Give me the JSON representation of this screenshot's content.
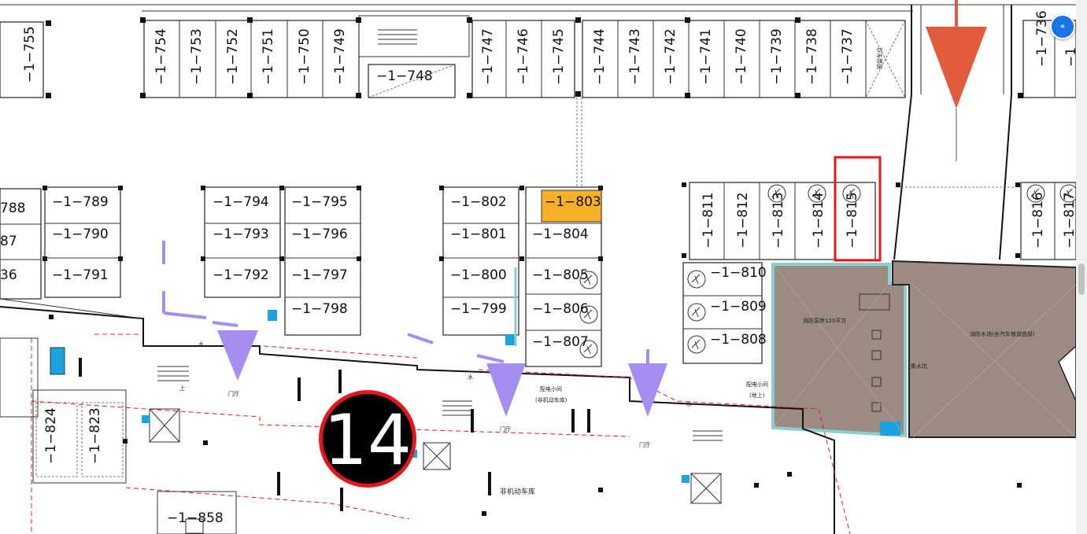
{
  "map": {
    "block_number": "14",
    "stalls_top_row": [
      "−1−754",
      "−1−753",
      "−1−752",
      "−1−751",
      "−1−750",
      "−1−749",
      "−1−747",
      "−1−746",
      "−1−745",
      "−1−744",
      "−1−743",
      "−1−742",
      "−1−741",
      "−1−740",
      "−1−739",
      "−1−738",
      "−1−737"
    ],
    "stall_755": "−1−755",
    "stall_748": "−1−748",
    "stall_736": "−1−736",
    "stall_right_edge": "−1",
    "left_grid": [
      "−1−789",
      "−1−790",
      "−1−791"
    ],
    "left_partial": [
      "788",
      "87",
      "36"
    ],
    "mid_grid_a": [
      "−1−794",
      "−1−793",
      "−1−792"
    ],
    "mid_grid_b": [
      "−1−795",
      "−1−796",
      "−1−797",
      "−1−798"
    ],
    "mid_grid_c": [
      "−1−802",
      "−1−801",
      "−1−800",
      "−1−799"
    ],
    "mid_grid_d": [
      "−1−803",
      "−1−804",
      "−1−805",
      "−1−806",
      "−1−807"
    ],
    "right_vertical": [
      "−1−811",
      "−1−812",
      "−1−813",
      "−1−814",
      "−1−815"
    ],
    "far_right_vertical": [
      "−1−816",
      "−1−817"
    ],
    "right_horizontal": [
      "−1−810",
      "−1−809",
      "−1−808"
    ],
    "bottom_left": [
      "−1−824",
      "−1−823"
    ],
    "bottom_858": "−1−858",
    "highlighted_stall": "−1−815",
    "selected_stall": "−1−803",
    "label_right_room": "消防水池(含汽车坡道底部)",
    "label_mid_room": "消防泵房120平方",
    "label_garage": "非机动车库",
    "label_lobby": "门厅",
    "label_water": "水",
    "label_elec_small": "配电小间",
    "label_elec_note": "(非机动车库)",
    "label_elec_small2": "配电小间",
    "label_elec_note2": "(地上)",
    "label_reserve": "预留车位",
    "label_collect": "集水坑",
    "label_up": "上"
  },
  "colors": {
    "arrow_purple": "#a58df2",
    "arrow_orange": "#e25c3c",
    "room_brown": "#9c8b82",
    "selected_orange": "#f5b027",
    "highlight_red": "#e8141b",
    "water_blue": "#1aa3e0",
    "dash_red": "#e02020",
    "teal_wall": "#8ccfd0"
  },
  "ui": {
    "float_button_icon": "locate-icon"
  }
}
